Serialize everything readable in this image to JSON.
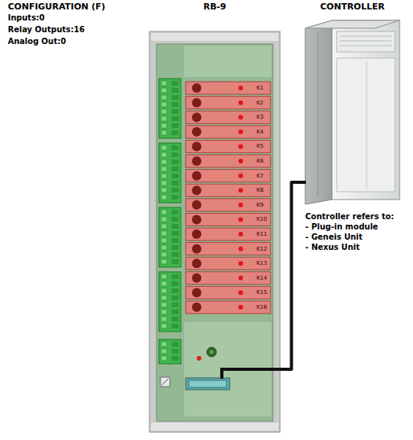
{
  "diagram": {
    "title": "CONFIGURATION (F)",
    "nodes": [
      {
        "text": [
          "RB-9"
        ]
      },
      {
        "text": [
          "CONTROLLER"
        ]
      }
    ],
    "edges": [
      {
        "from": 1,
        "to": 0,
        "arrow": "none"
      }
    ],
    "labels": [
      "Inputs:0",
      "Relay Outputs:16",
      "Analog Out:0",
      "Controller refers to:",
      "- Plug-in module",
      "- Geneis Unit",
      "- Nexus Unit",
      "K1",
      "K2",
      "K3",
      "K4",
      "K5",
      "K6",
      "K7",
      "K8",
      "K9",
      "K10",
      "K11",
      "K12",
      "K13",
      "K14",
      "K15",
      "K16"
    ]
  }
}
